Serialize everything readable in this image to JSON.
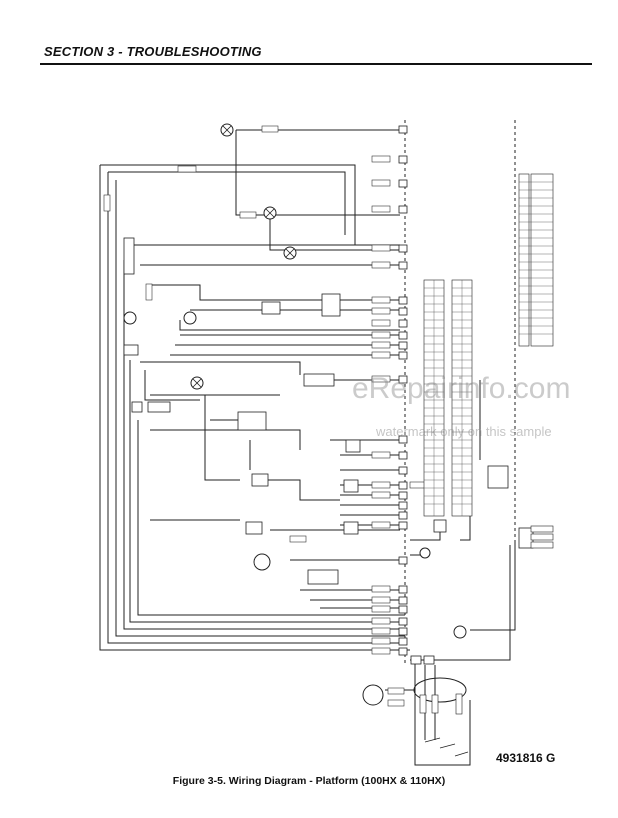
{
  "header": {
    "section_title": "SECTION 3 - TROUBLESHOOTING"
  },
  "watermark": {
    "main": "eRepairinfo.com",
    "sub": "watermark only on this sample"
  },
  "footer": {
    "part_number": "4931816 G",
    "caption": "Figure 3-5.  Wiring Diagram - Platform (100HX & 110HX)"
  }
}
